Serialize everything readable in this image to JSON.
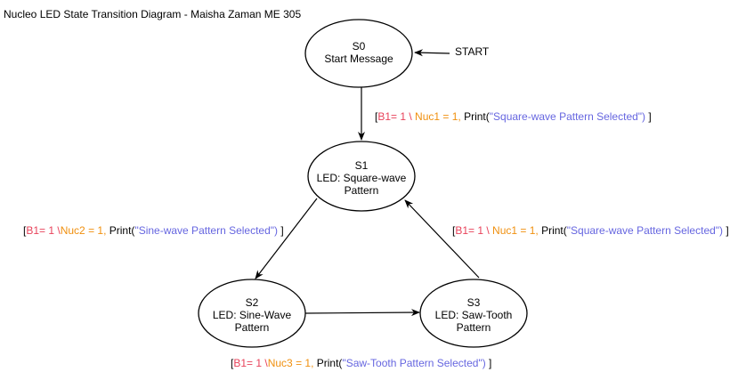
{
  "title": "Nucleo LED State Transition Diagram - Maisha Zaman ME 305",
  "colors": {
    "condition": "#E8425A",
    "nucleo": "#F0900F",
    "message": "#6666E0",
    "stroke": "#000000"
  },
  "start": {
    "label": "START"
  },
  "states": {
    "s0": {
      "line1": "S0",
      "line2": "Start Message",
      "line3": ""
    },
    "s1": {
      "line1": "S1",
      "line2": "LED: Square-wave",
      "line3": "Pattern"
    },
    "s2": {
      "line1": "S2",
      "line2": "LED: Sine-Wave",
      "line3": "Pattern"
    },
    "s3": {
      "line1": "S3",
      "line2": "LED: Saw-Tooth",
      "line3": "Pattern"
    }
  },
  "transitions": {
    "s0_s1": {
      "open": "[",
      "cond": "B1= 1 \\ ",
      "nuc": "Nuc1 = 1,",
      "mid": " Print(",
      "msg": "\"Square-wave Pattern Selected\")",
      "close": " ]"
    },
    "s1_s2": {
      "open": "[",
      "cond": "B1= 1 \\",
      "nuc": "Nuc2 = 1,",
      "mid": " Print(",
      "msg": "\"Sine-wave Pattern Selected\")",
      "close": " ]"
    },
    "s3_s1": {
      "open": "[",
      "cond": "B1= 1 \\ ",
      "nuc": "Nuc1 = 1,",
      "mid": " Print(",
      "msg": "\"Square-wave Pattern Selected\")",
      "close": " ]"
    },
    "s2_s3": {
      "open": "[",
      "cond": "B1= 1 \\",
      "nuc": "Nuc3 = 1,",
      "mid": " Print(",
      "msg": "\"Saw-Tooth Pattern Selected\")",
      "close": " ]"
    }
  }
}
